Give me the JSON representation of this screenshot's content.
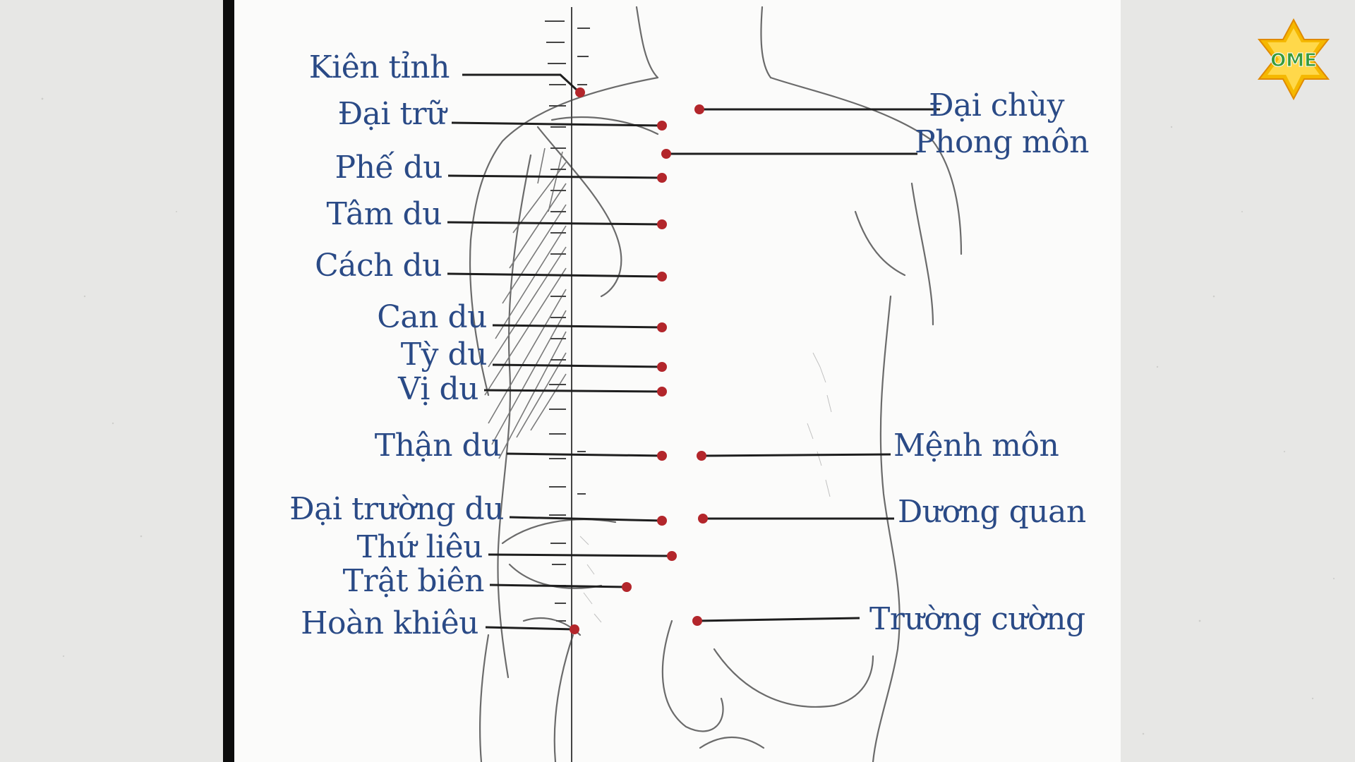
{
  "diagram": {
    "left_labels": [
      {
        "id": "kien-tinh",
        "text": "Kiên tỉnh"
      },
      {
        "id": "dai-tru",
        "text": "Đại trữ"
      },
      {
        "id": "phe-du",
        "text": "Phế du"
      },
      {
        "id": "tam-du",
        "text": "Tâm du"
      },
      {
        "id": "cach-du",
        "text": "Cách du"
      },
      {
        "id": "can-du",
        "text": "Can du"
      },
      {
        "id": "ty-du",
        "text": "Tỳ du"
      },
      {
        "id": "vi-du",
        "text": "Vị du"
      },
      {
        "id": "than-du",
        "text": "Thận du"
      },
      {
        "id": "dai-truong-du",
        "text": "Đại trường du"
      },
      {
        "id": "thu-lieu",
        "text": "Thứ liêu"
      },
      {
        "id": "trat-bien",
        "text": "Trật biên"
      },
      {
        "id": "hoan-khieu",
        "text": "Hoàn khiêu"
      }
    ],
    "right_labels": [
      {
        "id": "dai-chuy",
        "text": "Đại chùy"
      },
      {
        "id": "phong-mon",
        "text": "Phong môn"
      },
      {
        "id": "menh-mon",
        "text": "Mệnh môn"
      },
      {
        "id": "duong-quan",
        "text": "Dương quan"
      },
      {
        "id": "truong-cuong",
        "text": "Trường cường"
      }
    ]
  },
  "colors": {
    "label_text": "#2a4a86",
    "leader_line": "#1e1e1e",
    "acupoint": "#b3262b",
    "sketch": "#6b6b6b",
    "paper": "#fbfbfa",
    "background": "#e7e7e5",
    "logo_star": "#f5b800",
    "logo_text": "#3a9b3e"
  },
  "logo": {
    "icon": "star-logo-icon",
    "text": "OME"
  }
}
